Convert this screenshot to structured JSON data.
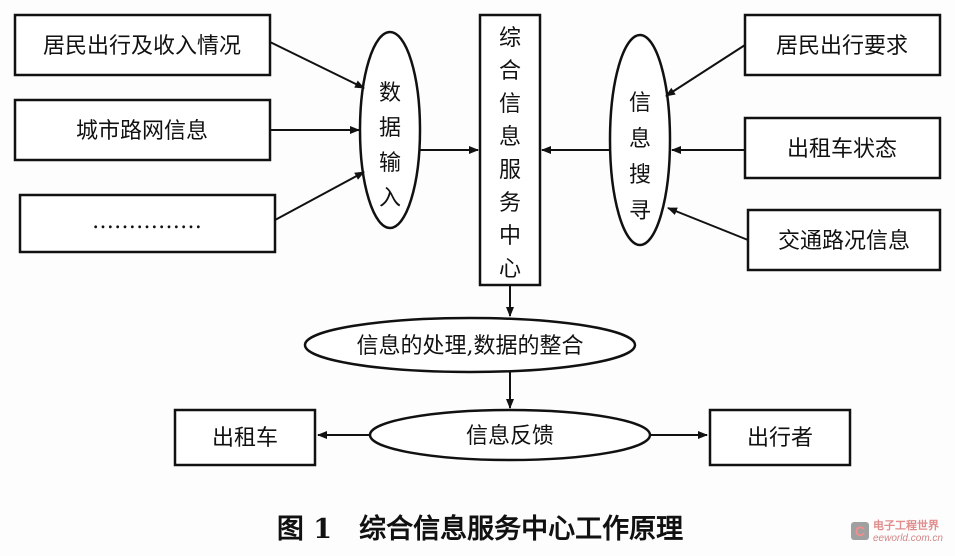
{
  "nodes": {
    "input_resident_income": "居民出行及收入情况",
    "input_road_network": "城市路网信息",
    "input_more": "……………",
    "data_input": [
      "数",
      "据",
      "输",
      "入"
    ],
    "center": [
      "综",
      "合",
      "信",
      "息",
      "服",
      "务",
      "中",
      "心"
    ],
    "info_search": [
      "信",
      "息",
      "搜",
      "寻"
    ],
    "req_resident": "居民出行要求",
    "req_taxi_status": "出租车状态",
    "req_traffic": "交通路况信息",
    "processing": "信息的处理,数据的整合",
    "feedback": "信息反馈",
    "out_taxi": "出租车",
    "out_traveler": "出行者"
  },
  "caption": "图 1　综合信息服务中心工作原理",
  "watermark": {
    "title": "电子工程世界",
    "url": "eeworld.com.cn"
  }
}
